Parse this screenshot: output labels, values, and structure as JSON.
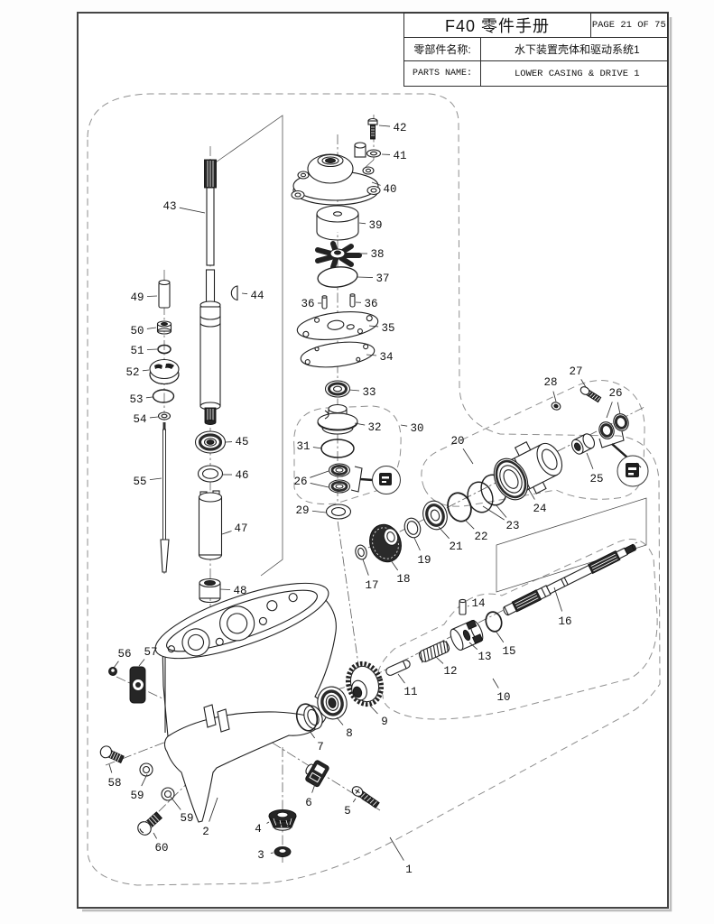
{
  "header": {
    "title": "F40 零件手册",
    "page_info": "PAGE 21 OF 75",
    "part_name_label_zh": "零部件名称:",
    "part_name_zh": "水下装置壳体和驱动系统1",
    "part_name_label_en": "PARTS NAME:",
    "part_name_en": "LOWER CASING & DRIVE 1"
  },
  "colors": {
    "line_ink": "#1f1f1f",
    "construction_gray": "#8f8f8f",
    "paper": "#ffffff"
  },
  "diagram": {
    "type": "exploded-parts-diagram",
    "callouts": [
      {
        "n": "1",
        "l": [
          453,
          963
        ],
        "t": [
          432,
          928
        ]
      },
      {
        "n": "2",
        "l": [
          228,
          921
        ],
        "t": [
          241,
          884
        ]
      },
      {
        "n": "3",
        "l": [
          289,
          947
        ],
        "t": [
          303,
          945
        ]
      },
      {
        "n": "4",
        "l": [
          286,
          918
        ],
        "t": [
          298,
          911
        ]
      },
      {
        "n": "5",
        "l": [
          385,
          898
        ],
        "t": [
          394,
          885
        ]
      },
      {
        "n": "6",
        "l": [
          342,
          889
        ],
        "t": [
          349,
          869
        ]
      },
      {
        "n": "7",
        "l": [
          355,
          827
        ],
        "t": [
          343,
          810
        ]
      },
      {
        "n": "8",
        "l": [
          387,
          812
        ],
        "t": [
          373,
          795
        ]
      },
      {
        "n": "9",
        "l": [
          426,
          799
        ],
        "t": [
          410,
          782
        ]
      },
      {
        "n": "10",
        "l": [
          558,
          772
        ],
        "t": [
          546,
          752
        ]
      },
      {
        "n": "11",
        "l": [
          455,
          766
        ],
        "t": [
          441,
          747
        ]
      },
      {
        "n": "12",
        "l": [
          499,
          743
        ],
        "t": [
          483,
          728
        ]
      },
      {
        "n": "13",
        "l": [
          537,
          727
        ],
        "t": [
          520,
          712
        ]
      },
      {
        "n": "14",
        "l": [
          530,
          668
        ],
        "t": [
          518,
          672
        ]
      },
      {
        "n": "15",
        "l": [
          564,
          721
        ],
        "t": [
          549,
          699
        ]
      },
      {
        "n": "16",
        "l": [
          626,
          688
        ],
        "t": [
          614,
          651
        ]
      },
      {
        "n": "17",
        "l": [
          412,
          648
        ],
        "t": [
          402,
          620
        ]
      },
      {
        "n": "18",
        "l": [
          447,
          641
        ],
        "t": [
          433,
          621
        ]
      },
      {
        "n": "19",
        "l": [
          470,
          620
        ],
        "t": [
          459,
          596
        ]
      },
      {
        "n": "20",
        "l": [
          507,
          488
        ],
        "t": [
          524,
          514
        ]
      },
      {
        "n": "21",
        "l": [
          505,
          605
        ],
        "t": [
          486,
          584
        ]
      },
      {
        "n": "22",
        "l": [
          533,
          594
        ],
        "t": [
          515,
          576
        ]
      },
      {
        "n": "23",
        "l": [
          568,
          582
        ],
        "t": [
          549,
          559
        ],
        "t2": [
          535,
          561
        ]
      },
      {
        "n": "24",
        "l": [
          598,
          563
        ],
        "t": [
          585,
          541
        ]
      },
      {
        "n": "25",
        "l": [
          661,
          530
        ],
        "t": [
          650,
          502
        ]
      },
      {
        "n": "26",
        "l": [
          333,
          533
        ],
        "t": [
          364,
          522
        ],
        "t2": [
          364,
          540
        ]
      },
      {
        "n": "26",
        "l": [
          682,
          435
        ],
        "t": [
          672,
          463
        ],
        "t2": [
          687,
          459
        ]
      },
      {
        "n": "27",
        "l": [
          638,
          411
        ],
        "t": [
          649,
          429
        ]
      },
      {
        "n": "28",
        "l": [
          610,
          423
        ],
        "t": [
          616,
          445
        ]
      },
      {
        "n": "29",
        "l": [
          335,
          565
        ],
        "t": [
          361,
          568
        ]
      },
      {
        "n": "30",
        "l": [
          462,
          474
        ],
        "t": [
          444,
          471
        ]
      },
      {
        "n": "31",
        "l": [
          336,
          494
        ],
        "t": [
          357,
          497
        ]
      },
      {
        "n": "32",
        "l": [
          415,
          473
        ],
        "t": [
          393,
          469
        ]
      },
      {
        "n": "33",
        "l": [
          409,
          434
        ],
        "t": [
          387,
          432
        ]
      },
      {
        "n": "34",
        "l": [
          428,
          395
        ],
        "t": [
          406,
          393
        ]
      },
      {
        "n": "35",
        "l": [
          430,
          363
        ],
        "t": [
          409,
          361
        ]
      },
      {
        "n": "36",
        "l": [
          341,
          336
        ],
        "t": [
          356,
          336
        ]
      },
      {
        "n": "36",
        "l": [
          411,
          336
        ],
        "t": [
          394,
          335
        ]
      },
      {
        "n": "37",
        "l": [
          424,
          308
        ],
        "t": [
          396,
          307
        ]
      },
      {
        "n": "38",
        "l": [
          418,
          281
        ],
        "t": [
          399,
          281
        ]
      },
      {
        "n": "39",
        "l": [
          416,
          249
        ],
        "t": [
          398,
          247
        ]
      },
      {
        "n": "40",
        "l": [
          432,
          209
        ],
        "t": [
          412,
          202
        ]
      },
      {
        "n": "41",
        "l": [
          443,
          172
        ],
        "t": [
          423,
          171
        ]
      },
      {
        "n": "42",
        "l": [
          443,
          141
        ],
        "t": [
          420,
          139
        ]
      },
      {
        "n": "43",
        "l": [
          188,
          228
        ],
        "t": [
          227,
          236
        ]
      },
      {
        "n": "44",
        "l": [
          285,
          327
        ],
        "t": [
          268,
          325
        ]
      },
      {
        "n": "45",
        "l": [
          268,
          489
        ],
        "t": [
          250,
          490
        ]
      },
      {
        "n": "46",
        "l": [
          268,
          526
        ],
        "t": [
          247,
          526
        ]
      },
      {
        "n": "47",
        "l": [
          267,
          585
        ],
        "t": [
          246,
          592
        ]
      },
      {
        "n": "48",
        "l": [
          266,
          654
        ],
        "t": [
          244,
          653
        ]
      },
      {
        "n": "49",
        "l": [
          152,
          329
        ],
        "t": [
          174,
          328
        ]
      },
      {
        "n": "50",
        "l": [
          152,
          366
        ],
        "t": [
          173,
          363
        ]
      },
      {
        "n": "51",
        "l": [
          152,
          388
        ],
        "t": [
          174,
          387
        ]
      },
      {
        "n": "52",
        "l": [
          147,
          412
        ],
        "t": [
          165,
          410
        ]
      },
      {
        "n": "53",
        "l": [
          151,
          442
        ],
        "t": [
          169,
          440
        ]
      },
      {
        "n": "54",
        "l": [
          155,
          464
        ],
        "t": [
          175,
          462
        ]
      },
      {
        "n": "55",
        "l": [
          155,
          533
        ],
        "t": [
          179,
          530
        ]
      },
      {
        "n": "56",
        "l": [
          138,
          724
        ],
        "t": [
          126,
          740
        ]
      },
      {
        "n": "57",
        "l": [
          167,
          722
        ],
        "t": [
          154,
          738
        ]
      },
      {
        "n": "58",
        "l": [
          127,
          867
        ],
        "t": [
          121,
          847
        ]
      },
      {
        "n": "59",
        "l": [
          152,
          881
        ],
        "t": [
          163,
          858
        ]
      },
      {
        "n": "59",
        "l": [
          207,
          906
        ],
        "t": [
          189,
          883
        ]
      },
      {
        "n": "60",
        "l": [
          179,
          939
        ],
        "t": [
          170,
          923
        ]
      }
    ]
  }
}
